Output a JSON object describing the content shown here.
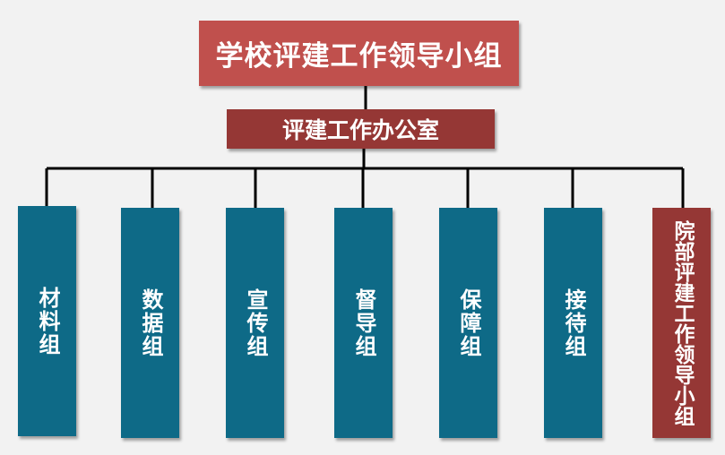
{
  "top": {
    "label": "学校评建工作领导小组"
  },
  "office": {
    "label": "评建工作办公室"
  },
  "groups": [
    {
      "label": "材料组"
    },
    {
      "label": "数据组"
    },
    {
      "label": "宣传组"
    },
    {
      "label": "督导组"
    },
    {
      "label": "保障组"
    },
    {
      "label": "接待组"
    },
    {
      "label": "院部评建工作领导小组"
    }
  ],
  "colors": {
    "top_box": "#c0504d",
    "office_box": "#953735",
    "group_box": "#0e6a87",
    "faculty_box": "#953735",
    "connector": "#000000",
    "background": "#f2f2f2"
  }
}
